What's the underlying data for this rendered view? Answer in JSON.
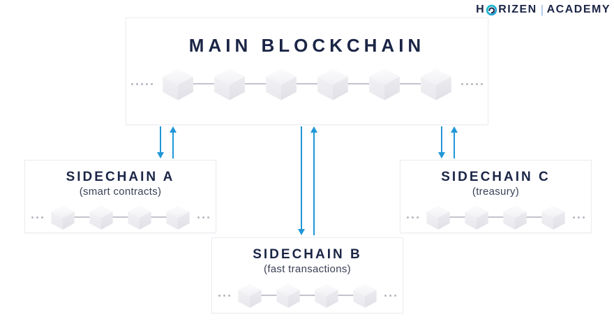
{
  "brand": {
    "name_start": "H",
    "name_end": "RIZEN",
    "divider": "|",
    "secondary": "ACADEMY",
    "icon": "horizen-o-icon"
  },
  "main_chain": {
    "title": "MAIN BLOCKCHAIN",
    "blocks": 6,
    "edge_dots": 5
  },
  "sidechains": [
    {
      "letter": "A",
      "title": "SIDECHAIN A",
      "subtitle": "(smart contracts)",
      "blocks": 4,
      "edge_dots": 3
    },
    {
      "letter": "B",
      "title": "SIDECHAIN B",
      "subtitle": "(fast transactions)",
      "blocks": 4,
      "edge_dots": 3
    },
    {
      "letter": "C",
      "title": "SIDECHAIN C",
      "subtitle": "(treasury)",
      "blocks": 4,
      "edge_dots": 3
    }
  ],
  "arrows": [
    {
      "from": "main-blockchain",
      "to": "sidechain-a",
      "directions": [
        "down",
        "up"
      ]
    },
    {
      "from": "main-blockchain",
      "to": "sidechain-b",
      "directions": [
        "down",
        "up"
      ]
    },
    {
      "from": "main-blockchain",
      "to": "sidechain-c",
      "directions": [
        "down",
        "up"
      ]
    }
  ],
  "colors": {
    "arrow_blue": "#2097d7",
    "title_navy": "#1b2546",
    "subtitle_gray": "#3a3f54",
    "box_border": "#ececf2",
    "chain_link": "#c3c3cd",
    "logo_divider": "#8fb8dc",
    "logo_teal": "#18c3cf",
    "logo_blue": "#2a9fd8"
  }
}
